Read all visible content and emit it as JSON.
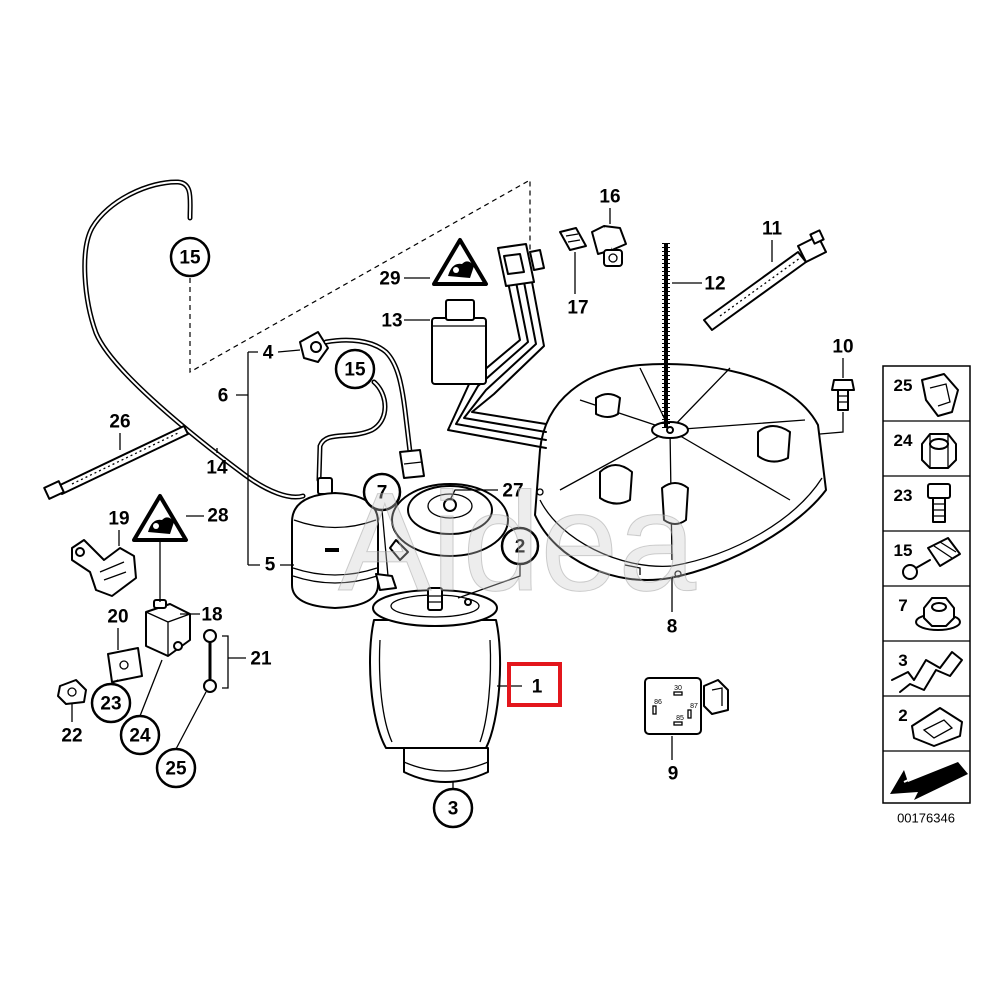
{
  "callouts": {
    "c15_top": "15",
    "c29": "29",
    "c13": "13",
    "c16": "16",
    "c17": "17",
    "c11": "11",
    "c12": "12",
    "c10": "10",
    "c4": "4",
    "c15_mid": "15",
    "c6": "6",
    "c26": "26",
    "c14": "14",
    "c7": "7",
    "c27": "27",
    "c19": "19",
    "c28": "28",
    "c5": "5",
    "c2": "2",
    "c8": "8",
    "c20": "20",
    "c18": "18",
    "c21": "21",
    "c1": "1",
    "c23": "23",
    "c22": "22",
    "c24": "24",
    "c25": "25",
    "c3": "3",
    "c9": "9"
  },
  "relay_pins": {
    "p30": "30",
    "p86": "86",
    "p87": "87",
    "p85": "85"
  },
  "legend": {
    "items": [
      "25",
      "24",
      "23",
      "15",
      "7",
      "3",
      "2"
    ]
  },
  "diagram_code": "00176346",
  "watermark": "Aidea",
  "colors": {
    "highlight": "#e3161c",
    "ink": "#000000"
  },
  "icons": {
    "legend_25": "spring-clip-icon",
    "legend_24": "hex-nut-icon",
    "legend_23": "hex-bolt-icon",
    "legend_15": "line-connector-icon",
    "legend_7": "collar-nut-icon",
    "legend_3": "wire-clip-icon",
    "legend_2": "retaining-clip-icon",
    "legend_arrow": "arrow-icon",
    "warning_29": "warning-triangle-icon",
    "warning_28": "warning-triangle-icon"
  }
}
